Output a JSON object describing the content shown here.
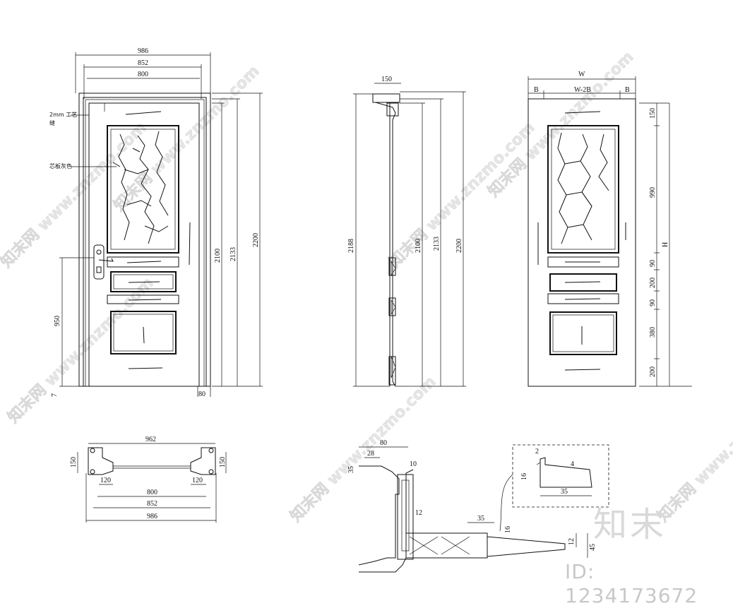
{
  "front_view": {
    "dims_top": [
      "986",
      "852",
      "800"
    ],
    "dims_right": [
      "2100",
      "2133",
      "2200"
    ],
    "dim_left": "950",
    "dim_bottom_left": "7",
    "dim_bottom_right": "80",
    "label_gap": "2mm 工艺\n缝",
    "label_panel": "芯板灰色"
  },
  "side_view": {
    "dim_top": "150",
    "dims_right": [
      "2100",
      "2133",
      "2200"
    ],
    "dim_left": "2188"
  },
  "param_view": {
    "dim_W": "W",
    "dim_B_left": "B",
    "dim_mid": "W-2B",
    "dim_B_right": "B",
    "dims_right": [
      "150",
      "990",
      "90",
      "200",
      "90",
      "380",
      "200"
    ],
    "dim_H": "H"
  },
  "section_plan": {
    "dim_top": "962",
    "dim_left": "150",
    "dim_right": "150",
    "dim_120_left": "120",
    "dim_120_right": "120",
    "dims_bottom": [
      "800",
      "852",
      "986"
    ]
  },
  "detail": {
    "dim_80": "80",
    "dim_28": "28",
    "dim_35a": "35",
    "dim_10": "10",
    "dim_12a": "12",
    "dim_35b": "35",
    "dim_16a": "16",
    "dim_12b": "12",
    "dim_45": "45",
    "inset_2": "2",
    "inset_4": "4",
    "inset_16": "16",
    "inset_35": "35"
  },
  "watermark": {
    "text": "知末网 www.znzmo.com",
    "brand": "知末",
    "id": "ID: 1234173672"
  }
}
